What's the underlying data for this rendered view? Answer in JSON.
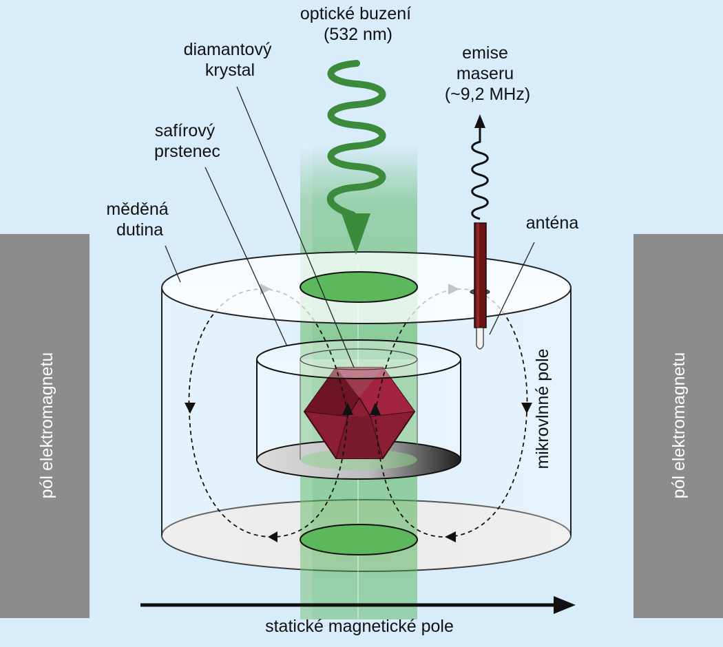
{
  "labels": {
    "optical_excitation": [
      "optické buzení",
      "(532 nm)"
    ],
    "diamond_crystal": [
      "diamantový",
      "krystal"
    ],
    "maser_emission": [
      "emise",
      "maseru",
      "(~9,2 MHz)"
    ],
    "sapphire_ring": [
      "safírový",
      "prstenec"
    ],
    "copper_cavity": [
      "měděná",
      "dutina"
    ],
    "antenna": "anténa",
    "microwave_field": "mikrovlnné pole",
    "pole_left": "pól elektromagnetu",
    "pole_right": "pól elektromagnetu",
    "static_field": "statické magnetické pole"
  },
  "colors": {
    "background": "#d8ecfa",
    "pole": "#8c8c8c",
    "laser_green": "#4caf50",
    "wave_green": "#3c8a3c",
    "crystal": "#8b1e35",
    "antenna": "#6b1212"
  }
}
